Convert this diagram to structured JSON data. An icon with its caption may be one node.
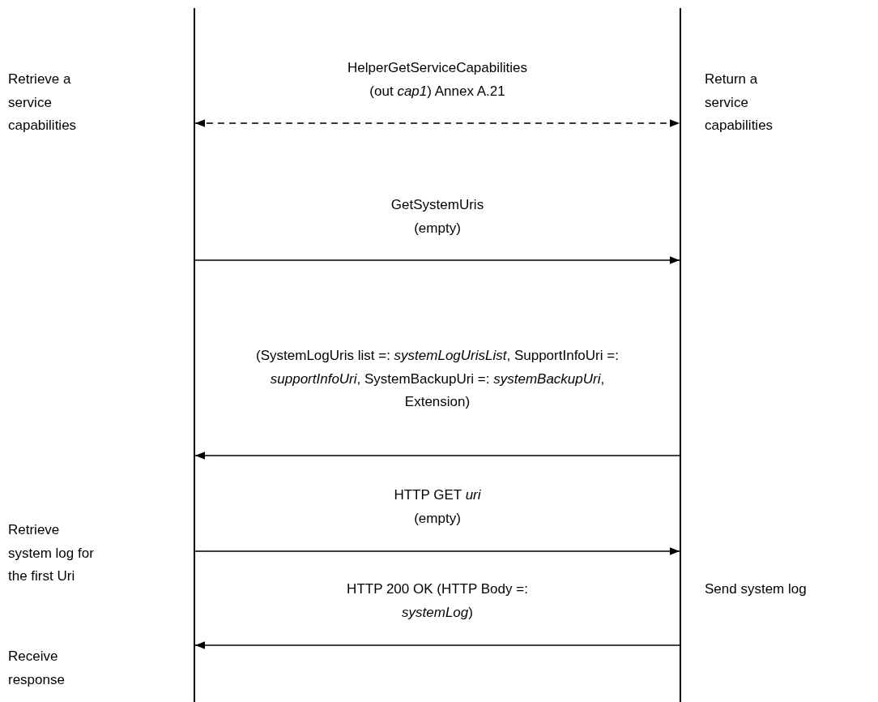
{
  "diagram": {
    "nodes": [
      {
        "text": [],
        "shape": "bar"
      },
      {
        "text": [],
        "shape": "bar"
      }
    ],
    "edges": [
      {
        "from": 0,
        "to": 1,
        "arrow": "both",
        "style": "dashed",
        "label": "HelperGetServiceCapabilities (out *cap1*) Annex A.21"
      },
      {
        "from": 0,
        "to": 1,
        "arrow": "to",
        "label": "GetSystemUris (empty)"
      },
      {
        "from": 1,
        "to": 0,
        "arrow": "to",
        "label": "(SystemLogUris list =: *systemLogUrisList*, SupportInfoUri =: *supportInfoUri*, SystemBackupUri =: *systemBackupUri*, Extension)"
      },
      {
        "from": 0,
        "to": 1,
        "arrow": "to",
        "label": "HTTP GET *uri* (empty)"
      },
      {
        "from": 1,
        "to": 0,
        "arrow": "to",
        "label": "HTTP 200 OK (HTTP Body =: *systemLog*)"
      }
    ],
    "labels": [
      "Retrieve a service capabilities",
      "Return a service capabilities",
      "Retrieve system log for the first Uri",
      "Send system log",
      "Receive response"
    ]
  }
}
